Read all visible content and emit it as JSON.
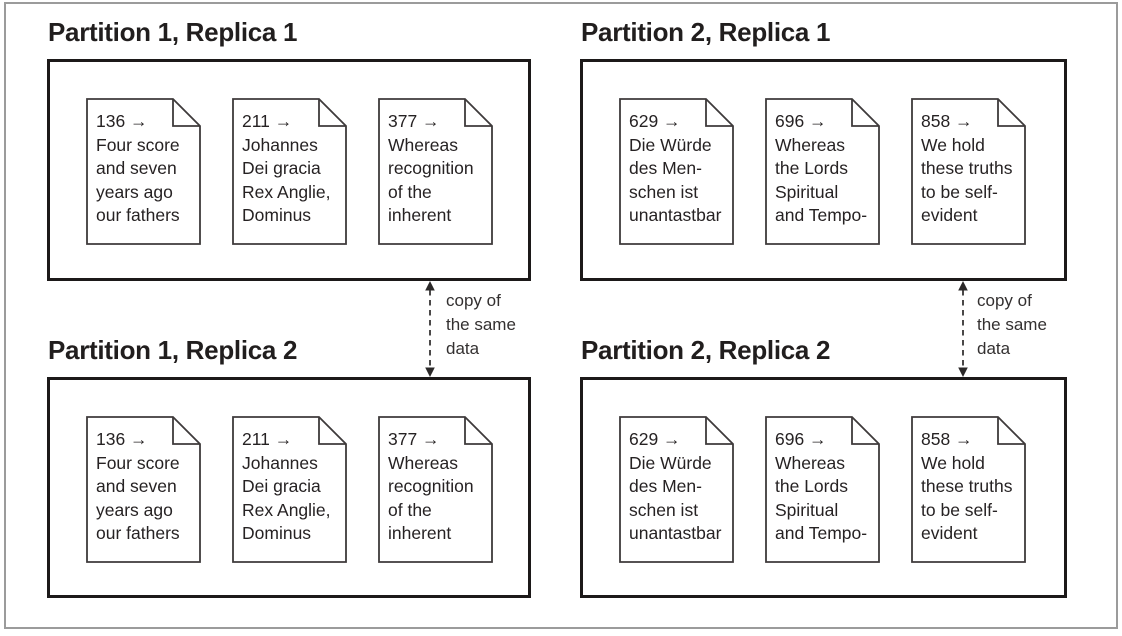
{
  "diagram": {
    "panels": [
      {
        "title": "Partition 1, Replica 1",
        "docs": [
          {
            "lines": [
              "136 →",
              "Four score",
              "and seven",
              "years ago",
              "our fathers"
            ]
          },
          {
            "lines": [
              "211 →",
              "Johannes",
              "Dei gracia",
              "Rex Anglie,",
              "Dominus"
            ]
          },
          {
            "lines": [
              "377 →",
              "Whereas",
              "recognition",
              "of the",
              "inherent"
            ]
          }
        ]
      },
      {
        "title": "Partition 2, Replica 1",
        "docs": [
          {
            "lines": [
              "629 →",
              "Die Würde",
              "des Men-",
              "schen ist",
              "unantastbar"
            ]
          },
          {
            "lines": [
              "696 →",
              "Whereas",
              "the Lords",
              "Spiritual",
              "and Tempo-"
            ]
          },
          {
            "lines": [
              "858 →",
              "We hold",
              "these truths",
              "to be self-",
              "evident"
            ]
          }
        ]
      },
      {
        "title": "Partition 1, Replica 2",
        "docs": [
          {
            "lines": [
              "136 →",
              "Four score",
              "and seven",
              "years ago",
              "our fathers"
            ]
          },
          {
            "lines": [
              "211 →",
              "Johannes",
              "Dei gracia",
              "Rex Anglie,",
              "Dominus"
            ]
          },
          {
            "lines": [
              "377 →",
              "Whereas",
              "recognition",
              "of the",
              "inherent"
            ]
          }
        ]
      },
      {
        "title": "Partition 2, Replica 2",
        "docs": [
          {
            "lines": [
              "629 →",
              "Die Würde",
              "des Men-",
              "schen ist",
              "unantastbar"
            ]
          },
          {
            "lines": [
              "696 →",
              "Whereas",
              "the Lords",
              "Spiritual",
              "and Tempo-"
            ]
          },
          {
            "lines": [
              "858 →",
              "We hold",
              "these truths",
              "to be self-",
              "evident"
            ]
          }
        ]
      }
    ],
    "connectors": [
      {
        "label_lines": [
          "copy of",
          "the same",
          "data"
        ]
      },
      {
        "label_lines": [
          "copy of",
          "the same",
          "data"
        ]
      }
    ],
    "colors": {
      "frame_border": "#9b9b9b",
      "box_border": "#1c1919",
      "doc_border": "#3e3a3b",
      "text": "#262223"
    }
  }
}
